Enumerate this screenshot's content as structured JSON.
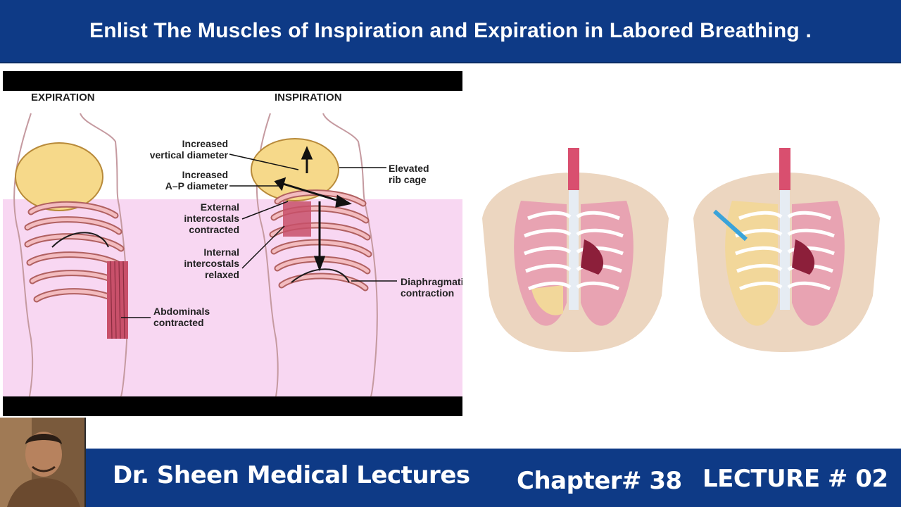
{
  "header": {
    "title": "Enlist The Muscles of Inspiration and Expiration in Labored  Breathing ."
  },
  "left_figure": {
    "label_expiration": "EXPIRATION",
    "label_inspiration": "INSPIRATION",
    "annotations": {
      "vertical_1": "Increased",
      "vertical_2": "vertical diameter",
      "ap_1": "Increased",
      "ap_2": "A–P diameter",
      "ext_1": "External",
      "ext_2": "intercostals",
      "ext_3": "contracted",
      "int_1": "Internal",
      "int_2": "intercostals",
      "int_3": "relaxed",
      "abd_1": "Abdominals",
      "abd_2": "contracted",
      "rib_1": "Elevated",
      "rib_2": "rib cage",
      "dia_1": "Diaphragmatic",
      "dia_2": "contraction"
    }
  },
  "footer": {
    "channel": "Dr. Sheen Medical Lectures",
    "chapter": "Chapter# 38",
    "lecture": "LECTURE # 02"
  },
  "colors": {
    "header_bg": "#0e3a86",
    "footer_bg": "#0e3a86",
    "pink_panel": "#f8d7f2",
    "rib_pink": "#e9a6ab",
    "lung_yellow": "#f6d98a"
  }
}
